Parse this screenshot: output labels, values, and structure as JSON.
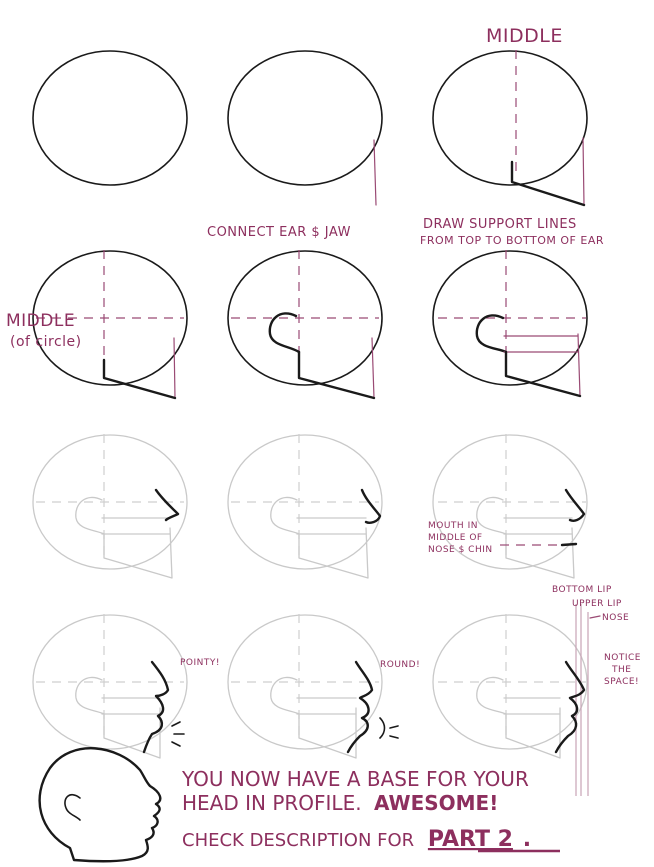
{
  "labels": {
    "middle_top": "MIDDLE",
    "connect": "CONNECT EAR $ JAW",
    "support_1": "DRAW SUPPORT LINES",
    "support_2": "FROM TOP TO BOTTOM OF EAR",
    "middle_left_1": "MIDDLE",
    "middle_left_2": "(of circle)",
    "mouth_1": "MOUTH IN",
    "mouth_2": "MIDDLE OF",
    "mouth_3": "NOSE $ CHIN",
    "pointy": "POINTY!",
    "round": "ROUND!",
    "bottom_lip": "BOTTOM LIP",
    "upper_lip": "UPPER LIP",
    "nose": "NOSE",
    "notice_1": "NOTICE",
    "notice_2": "THE",
    "notice_3": "SPACE!"
  },
  "footer": {
    "line1": "YOU NOW HAVE A BASE FOR YOUR",
    "line2_a": "HEAD IN PROFILE.",
    "line2_b": "AWESOME!",
    "line3_a": "CHECK DESCRIPTION FOR",
    "line3_b": "PART 2",
    "line3_c": "."
  },
  "colors": {
    "accent": "#8d2f5e",
    "ink": "#1a1a1a",
    "faded": "#c9c9c9"
  }
}
